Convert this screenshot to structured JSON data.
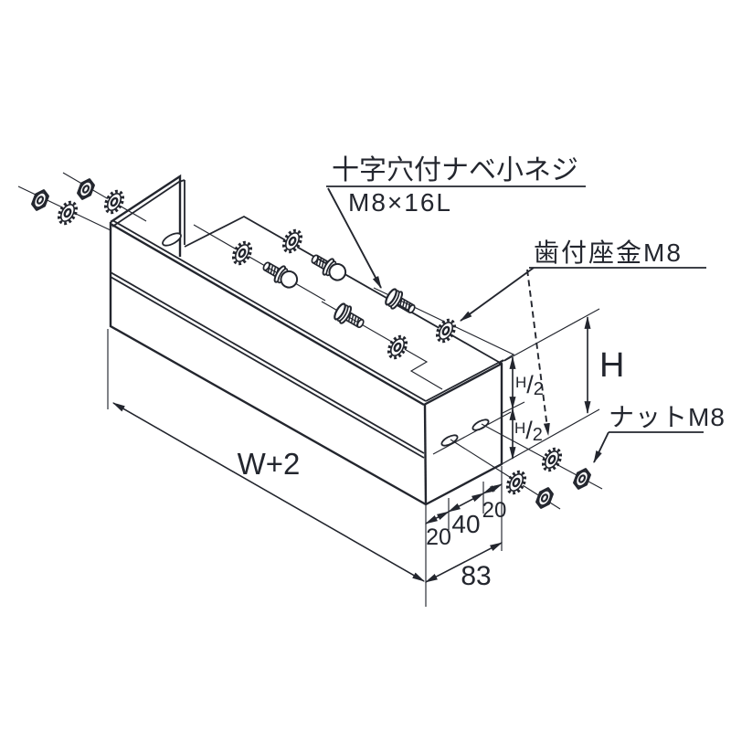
{
  "labels": {
    "screw_line1": "十字穴付ナベ小ネジ",
    "screw_line2": "M8×16L",
    "toothed_washer": "歯付座金M8",
    "nut": "ナットM8"
  },
  "dimensions": {
    "width": "W+2",
    "height": "H",
    "half_height": {
      "num": "H",
      "slash": "/",
      "den": "2"
    },
    "offset_front": "20",
    "hole_pitch": "40",
    "offset_back": "20",
    "depth": "83"
  },
  "colors": {
    "line": "#23262e",
    "background": "#ffffff"
  }
}
